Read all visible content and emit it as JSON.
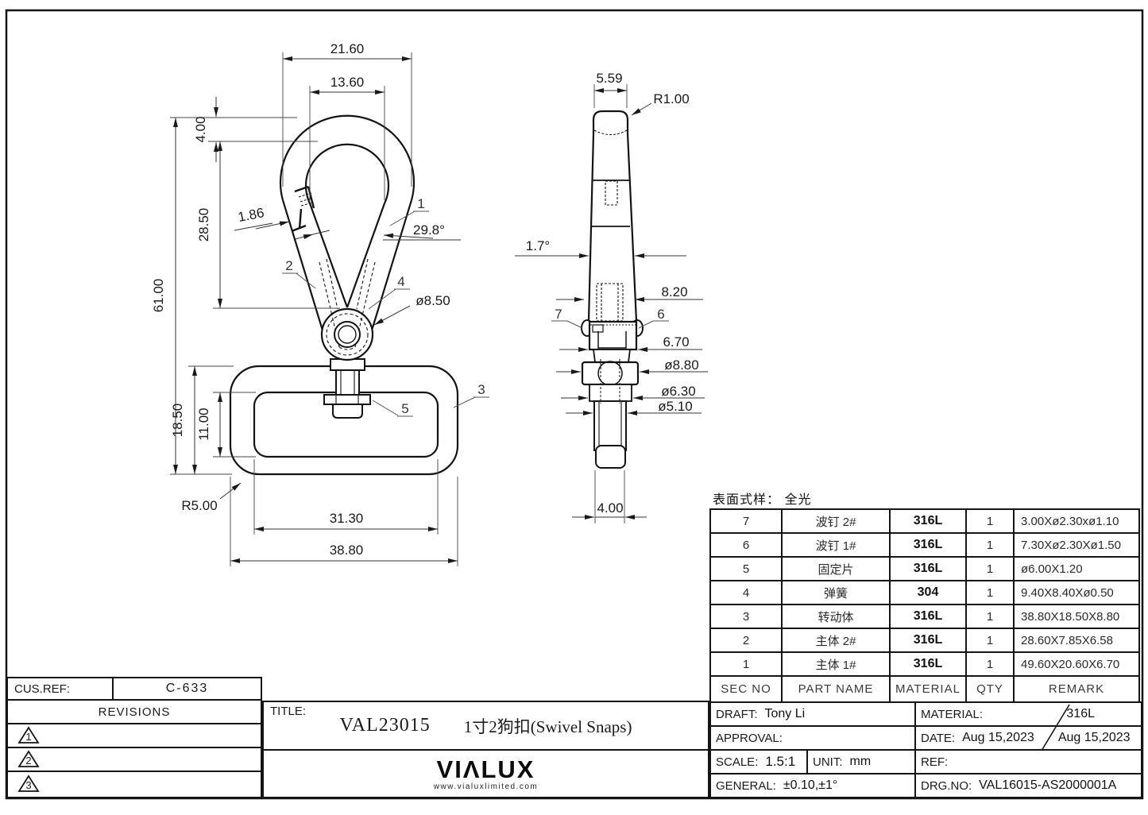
{
  "front_view": {
    "dims": {
      "width_outer": "21.60",
      "width_inner": "13.60",
      "thickness_top": "4.00",
      "opening_depth": "28.50",
      "gate_thickness": "1.86",
      "gate_angle": "29.8°",
      "total_height": "61.00",
      "loop_height": "18.50",
      "loop_inner_height": "11.00",
      "loop_corner_radius": "R5.00",
      "loop_inner_width": "31.30",
      "loop_width": "38.80",
      "pivot_diameter": "ø8.50"
    },
    "callouts": {
      "c1": "1",
      "c2": "2",
      "c3": "3",
      "c4": "4",
      "c5": "5"
    }
  },
  "side_view": {
    "dims": {
      "top_width": "5.59",
      "top_radius": "R1.00",
      "taper_angle": "1.7°",
      "clip_width": "8.20",
      "clip_lower_width": "6.70",
      "ball_diameter": "ø8.80",
      "neck_diameter": "ø6.30",
      "stem_diameter": "ø5.10",
      "tip_width": "4.00"
    },
    "callouts": {
      "c7": "7",
      "c6": "6"
    }
  },
  "surface_note": "表面式样： 全光",
  "parts_table": {
    "headers": {
      "sec": "SEC NO",
      "name": "PART NAME",
      "material": "MATERIAL",
      "qty": "QTY",
      "remark": "REMARK"
    },
    "rows": [
      {
        "sec": "7",
        "name": "波钉 2#",
        "material": "316L",
        "qty": "1",
        "remark": "3.00Xø2.30xø1.10"
      },
      {
        "sec": "6",
        "name": "波钉 1#",
        "material": "316L",
        "qty": "1",
        "remark": "7.30Xø2.30Xø1.50"
      },
      {
        "sec": "5",
        "name": "固定片",
        "material": "316L",
        "qty": "1",
        "remark": "ø6.00X1.20"
      },
      {
        "sec": "4",
        "name": "弹簧",
        "material": "304",
        "qty": "1",
        "remark": "9.40X8.40Xø0.50"
      },
      {
        "sec": "3",
        "name": "转动体",
        "material": "316L",
        "qty": "1",
        "remark": "38.80X18.50X8.80"
      },
      {
        "sec": "2",
        "name": "主体 2#",
        "material": "316L",
        "qty": "1",
        "remark": "28.60X7.85X6.58"
      },
      {
        "sec": "1",
        "name": "主体 1#",
        "material": "316L",
        "qty": "1",
        "remark": "49.60X20.60X6.70"
      }
    ]
  },
  "title_block": {
    "cus_ref_label": "CUS.REF:",
    "cus_ref_value": "C-633",
    "revisions_label": "REVISIONS",
    "revision_markers": [
      "1",
      "2",
      "3"
    ],
    "title_label": "TITLE:",
    "part_number": "VAL23015",
    "part_title": "1寸2狗扣(Swivel Snaps)",
    "logo": "VIΛLUX",
    "website": "www.vialuxlimited.com",
    "draft_label": "DRAFT:",
    "draft_value": "Tony Li",
    "approval_label": "APPROVAL:",
    "scale_label": "SCALE:",
    "scale_value": "1.5:1",
    "unit_label": "UNIT:",
    "unit_value": "mm",
    "general_label": "GENERAL:",
    "general_value": "±0.10,±1°",
    "material_label": "MATERIAL:",
    "material_value": "316L",
    "date_label": "DATE:",
    "date_value1": "Aug 15,2023",
    "date_value2": "Aug 15,2023",
    "ref_label": "REF:",
    "drg_no_label": "DRG.NO:",
    "drg_no_value": "VAL16015-AS2000001A"
  }
}
